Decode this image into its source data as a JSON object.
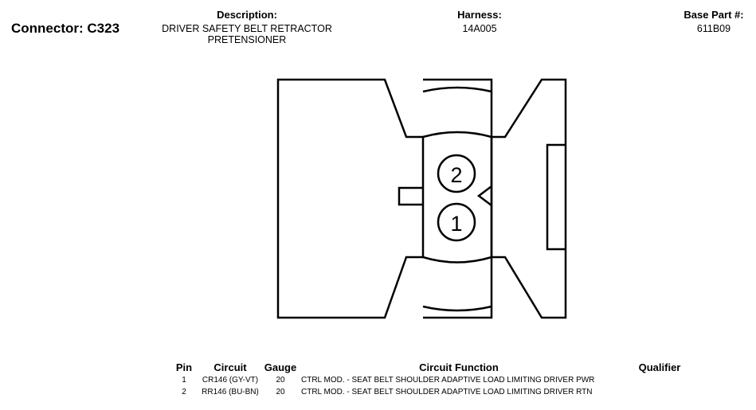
{
  "connector": {
    "label": "Connector: C323"
  },
  "description": {
    "label": "Description:",
    "line1": "DRIVER SAFETY BELT RETRACTOR",
    "line2": "PRETENSIONER"
  },
  "harness": {
    "label": "Harness:",
    "value": "14A005"
  },
  "base_part": {
    "label": "Base Part #:",
    "value": "611B09"
  },
  "diagram": {
    "pins": [
      "2",
      "1"
    ]
  },
  "table": {
    "headers": {
      "pin": "Pin",
      "circuit": "Circuit",
      "gauge": "Gauge",
      "function": "Circuit Function",
      "qualifier": "Qualifier"
    },
    "rows": [
      {
        "pin": "1",
        "circuit": "CR146 (GY-VT)",
        "gauge": "20",
        "function": "CTRL MOD. - SEAT BELT SHOULDER ADAPTIVE LOAD LIMITING DRIVER PWR",
        "qualifier": ""
      },
      {
        "pin": "2",
        "circuit": "RR146 (BU-BN)",
        "gauge": "20",
        "function": "CTRL MOD. - SEAT BELT SHOULDER ADAPTIVE LOAD LIMITING DRIVER RTN",
        "qualifier": ""
      }
    ]
  }
}
